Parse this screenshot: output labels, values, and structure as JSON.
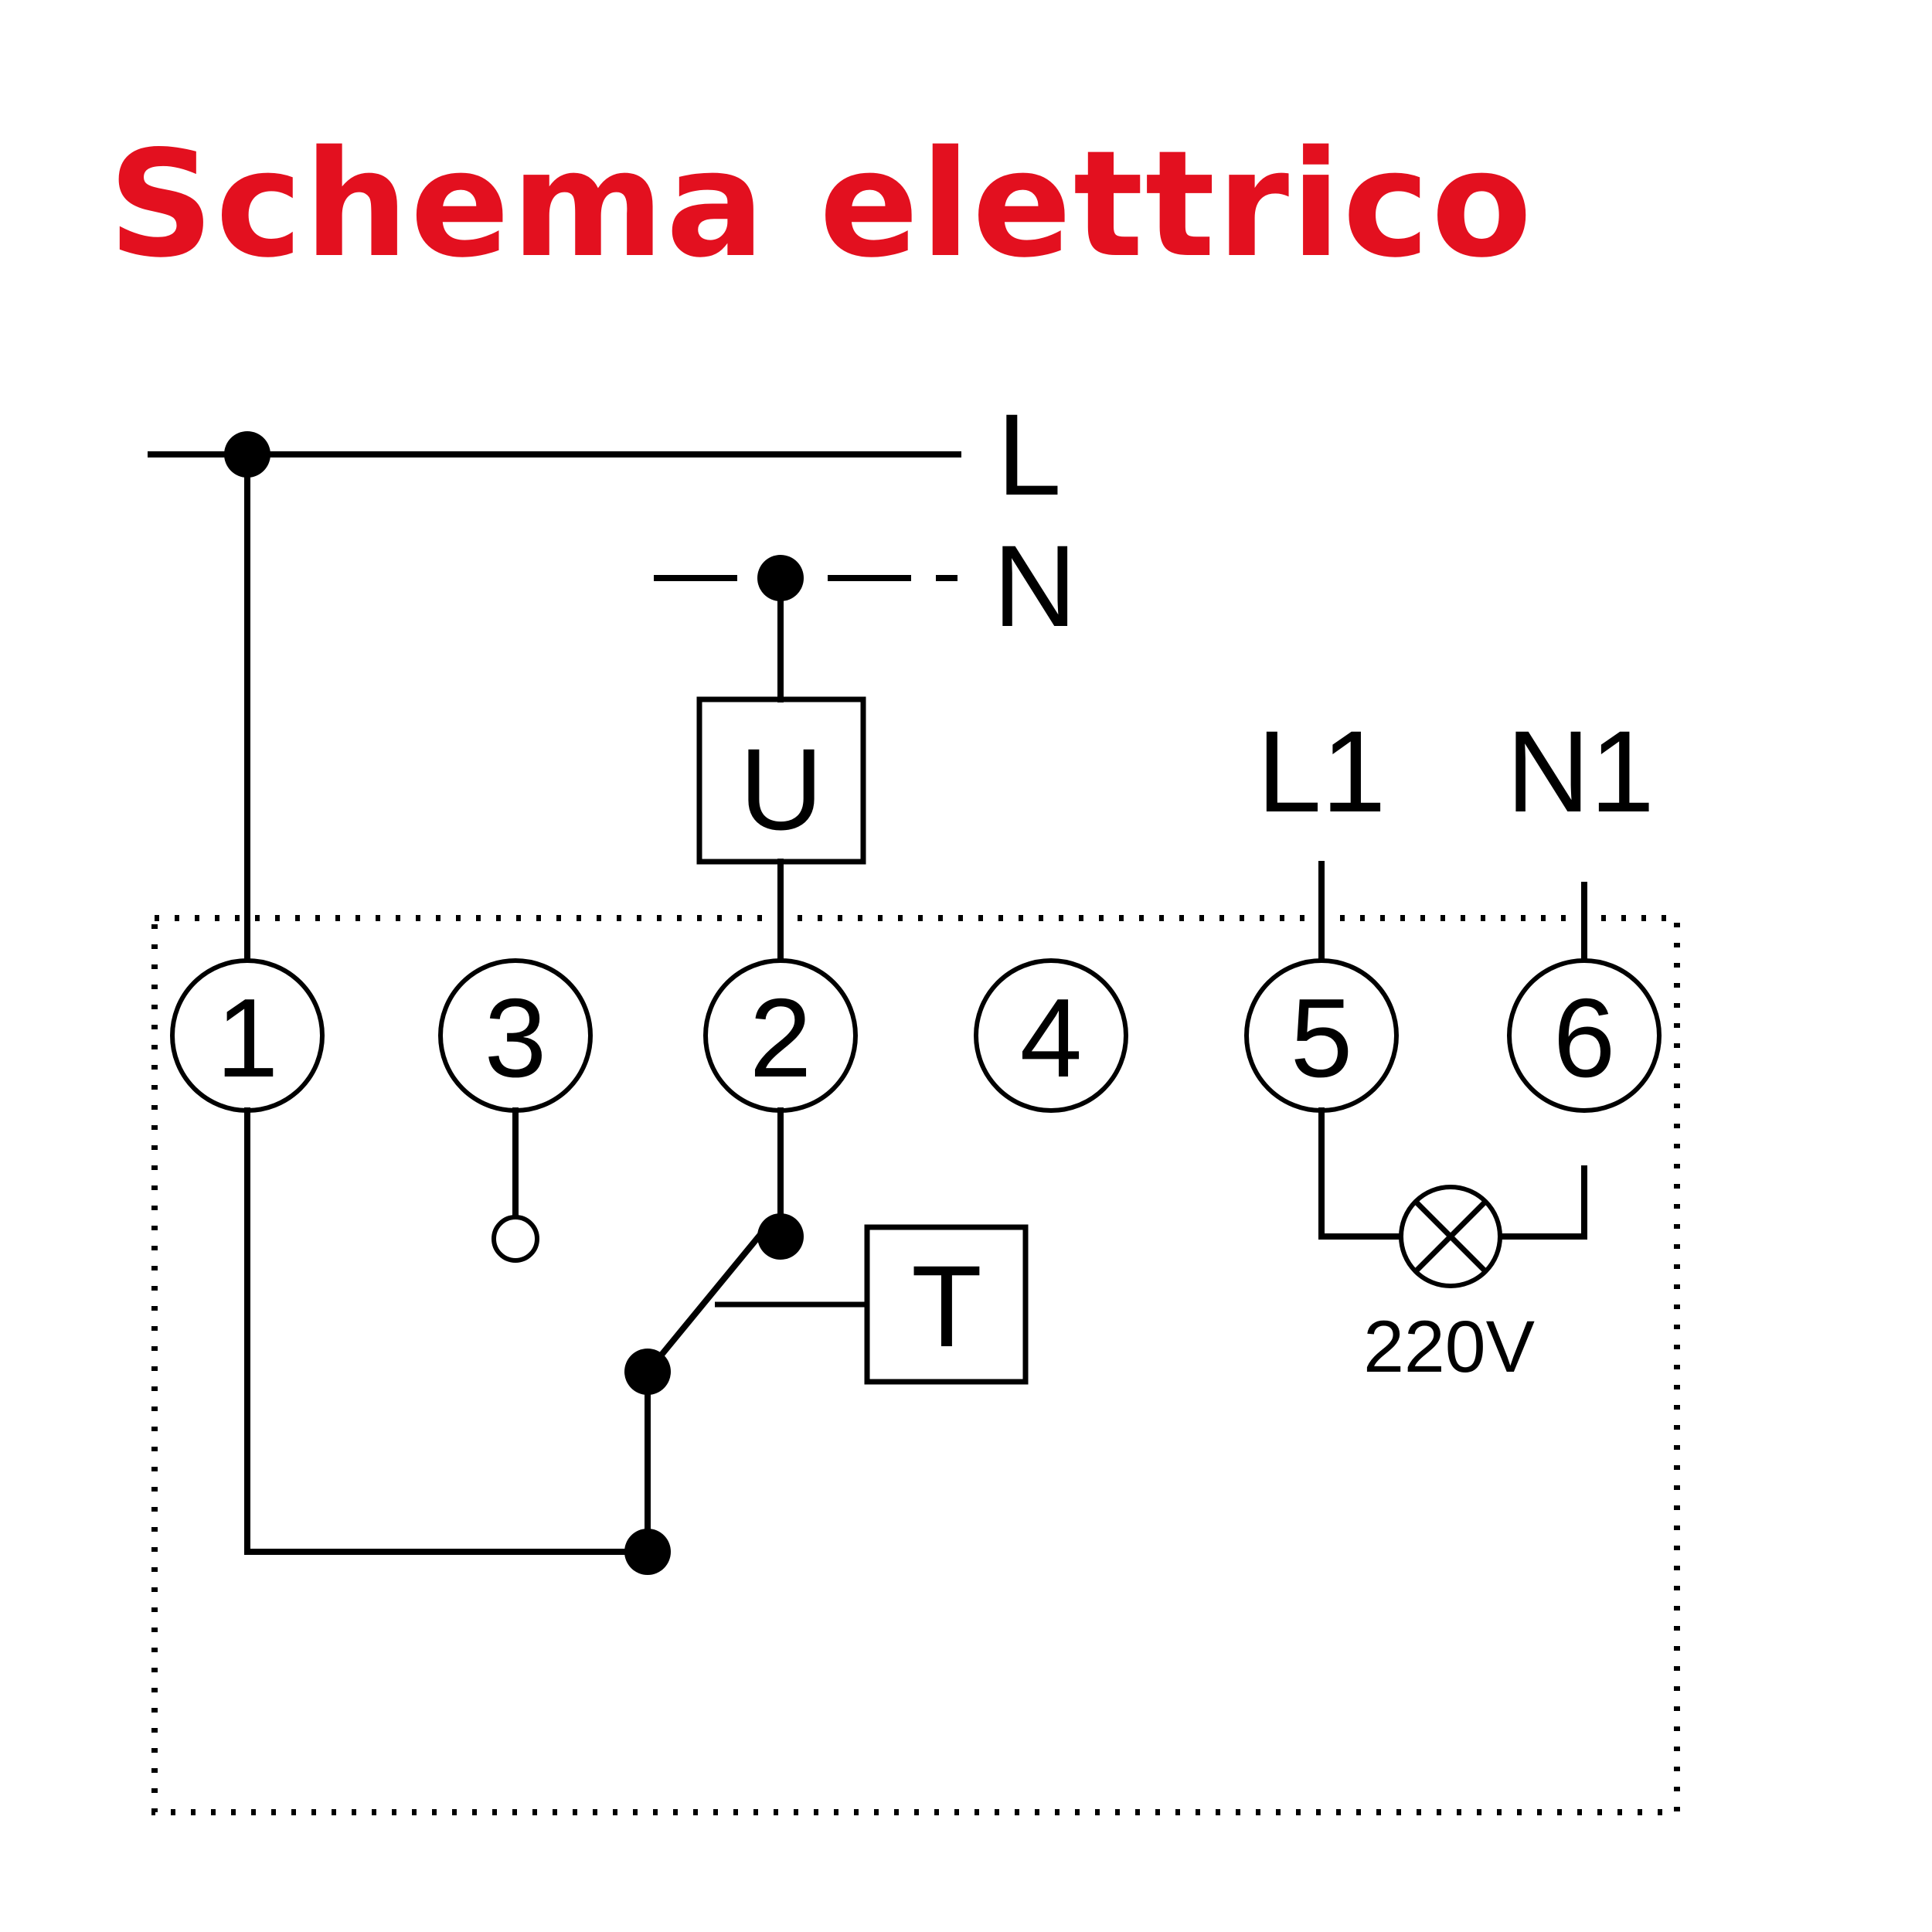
{
  "title": "Schema elettrico",
  "colors": {
    "title": "#e3101f",
    "lines": "#000000",
    "background": "#ffffff"
  },
  "labels": {
    "line": "L",
    "neutral": "N",
    "coil": "U",
    "thermostat": "T",
    "line_out": "L1",
    "neutral_out": "N1",
    "lamp_voltage": "220V"
  },
  "terminals": [
    "1",
    "3",
    "2",
    "4",
    "5",
    "6"
  ],
  "icons": {
    "lamp": "lamp-cross-circle-icon"
  }
}
